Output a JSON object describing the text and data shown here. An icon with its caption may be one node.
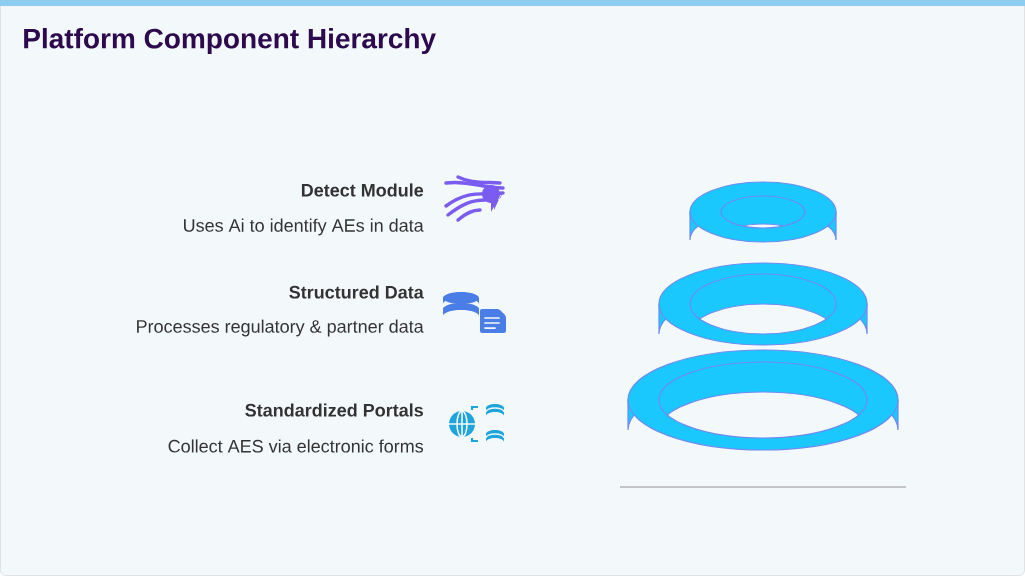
{
  "diagram": {
    "title": "Platform Component Hierarchy",
    "labels": [
      "Detect Module",
      "Uses Ai to identify AEs in data",
      "Structured Data",
      "Processes regulatory & partner data",
      "Standardized Portals",
      "Collect AES via electronic forms"
    ]
  }
}
